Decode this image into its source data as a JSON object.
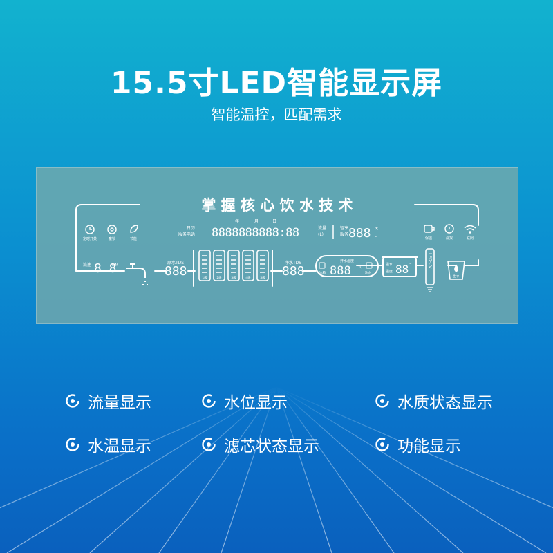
{
  "header": {
    "title": "15.5寸LED智能显示屏",
    "subtitle": "智能温控，匹配需求"
  },
  "panel": {
    "banner": "掌 握 核 心 饮 水 技 术",
    "top_icons": [
      {
        "icon": "alarm-clock-icon",
        "label": "定时开关"
      },
      {
        "icon": "child-lock-icon",
        "label": "童锁"
      },
      {
        "icon": "leaf-icon",
        "label": "节能"
      }
    ],
    "date_labels": {
      "year": "年",
      "month": "月",
      "day": "日"
    },
    "datetime_left_top": "日历",
    "datetime_left_bottom": "服务电话",
    "datetime_digits": "8888888888:88",
    "flow_label_top": "流量",
    "flow_label_bottom": "(L)",
    "smart_label_top": "智享",
    "smart_label_bottom": "服务",
    "smart_digits": "888",
    "smart_unit_top": "天",
    "smart_unit_bottom": "L",
    "right_icons": [
      {
        "icon": "keep-warm-icon",
        "label": "保温"
      },
      {
        "icon": "leak-icon",
        "label": "漏报"
      },
      {
        "icon": "wifi-icon",
        "label": "联网"
      }
    ],
    "flow_rate_label": "流速",
    "flow_rate_digits": "8.8",
    "flow_rate_unit": "L/M",
    "raw_tds_label": "原水TDS",
    "raw_tds_digits": "888",
    "filters": [
      "1级",
      "2级",
      "3级",
      "4级",
      "5级"
    ],
    "pure_tds_label": "净水TDS",
    "pure_tds_digits": "888",
    "hot_water_label": "开水温度",
    "hot_water_left": "冰箱",
    "hot_water_digits": "888",
    "hot_water_unit": "℃",
    "hot_water_right": "冰水",
    "warm_label_top": "温水",
    "warm_label_bottom": "温度",
    "warm_digits": "88",
    "warm_unit": "℃",
    "uv_label": "LED-UV",
    "dispense_label": "出水"
  },
  "features": [
    {
      "label": "流量显示"
    },
    {
      "label": "水位显示"
    },
    {
      "label": "水质状态显示"
    },
    {
      "label": "水温显示"
    },
    {
      "label": "滤芯状态显示"
    },
    {
      "label": "功能显示"
    }
  ],
  "colors": {
    "accent": "#ffffff",
    "panel": "#79abab",
    "background_top": "#12b2cf",
    "background_bottom": "#0a60bd"
  }
}
